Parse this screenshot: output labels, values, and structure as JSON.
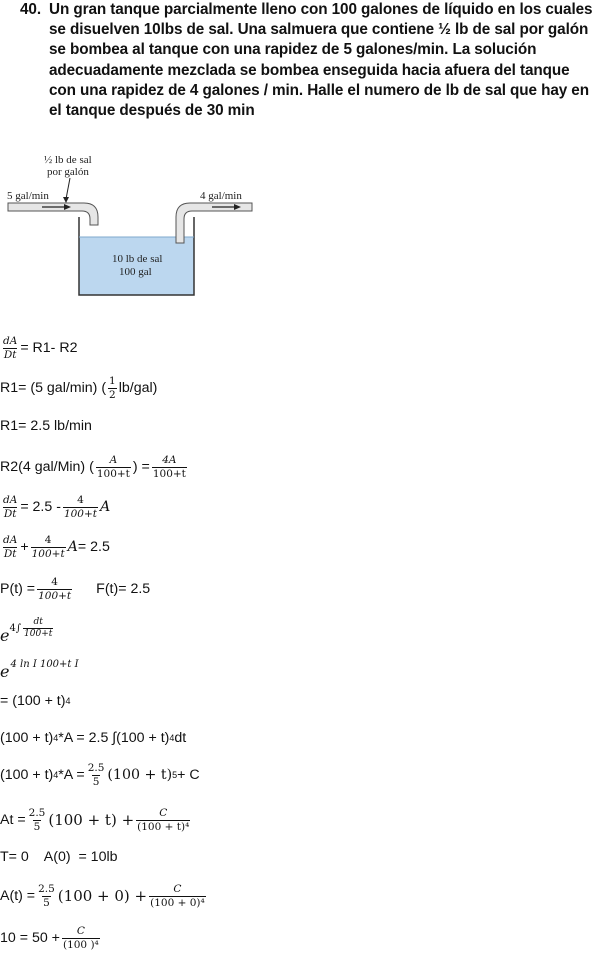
{
  "problem": {
    "number": "40.",
    "text": "Un gran tanque parcialmente lleno con 100 galones de líquido en los cuales se disuelven 10lbs de sal. Una salmuera que contiene ½ lb de sal por galón se bombea al tanque con una rapidez de 5 galones/min. La solución adecuadamente mezclada se bombea enseguida hacia afuera del tanque con una rapidez de 4 galones / min. Halle el numero de lb de sal que hay en el tanque después de 30 min"
  },
  "figure": {
    "inlet_concentration": "½ lb de sal",
    "inlet_concentration_2": "por galón",
    "inflow_rate": "5 gal/min",
    "outflow_rate": "4 gal/min",
    "tank_salt": "10 lb de sal",
    "tank_volume": "100 gal",
    "water_color": "#bcd7ef",
    "pipe_color": "#e6e6e6"
  },
  "steps": {
    "s1": {
      "frac_num": "dA",
      "frac_den": "Dt",
      "rest": "= R1- R2"
    },
    "s2": {
      "pre": "R1= (5 gal/min) (",
      "frac_num": "1",
      "frac_den": "2",
      "post": " lb/gal)"
    },
    "s3": {
      "text": "R1= 2.5 lb/min"
    },
    "s4": {
      "pre": "R2(4 gal/Min) (",
      "frac_num": "A",
      "frac_den": "100+t",
      "mid": ") = ",
      "frac2_num": "4A",
      "frac2_den": "100+t"
    },
    "s5": {
      "frac_num": "dA",
      "frac_den": "Dt",
      "mid": "= 2.5 - ",
      "frac2_num": "4",
      "frac2_den": "100+t",
      "var": "A"
    },
    "s6": {
      "frac_num": "dA",
      "frac_den": "Dt",
      "mid": "+ ",
      "frac2_num": "4",
      "frac2_den": "100+t",
      "var": "A",
      "rest": " = 2.5"
    },
    "s7": {
      "pre": "P(t) = ",
      "frac_num": "4",
      "frac_den": "100+t",
      "rest": "F(t)= 2.5"
    },
    "s8": {
      "base": "e",
      "exp_pre": "4∫",
      "frac_num": "dt",
      "frac_den": "100+t"
    },
    "s9": {
      "base": "e",
      "exp": "4 ln I 100+t I"
    },
    "s10": {
      "pre": "= (100 + t)",
      "sup": "4"
    },
    "s11": {
      "pre": "(100 + t)",
      "sup": "4",
      "mid": " *A = 2.5 ∫(100  +  t)",
      "sup2": "4",
      "rest": " dt"
    },
    "s12": {
      "pre": "(100 + t)",
      "sup": "4",
      "mid": " *A = ",
      "frac_num": "2.5",
      "frac_den": "5",
      "expr": " (100  +  t)",
      "sup2": "5",
      "rest": " + C"
    },
    "s13": {
      "pre": "At = ",
      "frac_num": "2.5",
      "frac_den": "5",
      "expr": " (100 + t) + ",
      "frac2_num": "C",
      "frac2_den": "(100 + t)⁴"
    },
    "s14": {
      "text": "T= 0    A(0)  = 10lb"
    },
    "s15": {
      "pre": "A(t) = ",
      "frac_num": "2.5",
      "frac_den": "5",
      "expr": " (100 + 0) + ",
      "frac2_num": "C",
      "frac2_den": "(100 + 0)⁴"
    },
    "s16": {
      "pre": "10 = 50 + ",
      "frac_num": "C",
      "frac_den": "(100 )⁴"
    }
  }
}
